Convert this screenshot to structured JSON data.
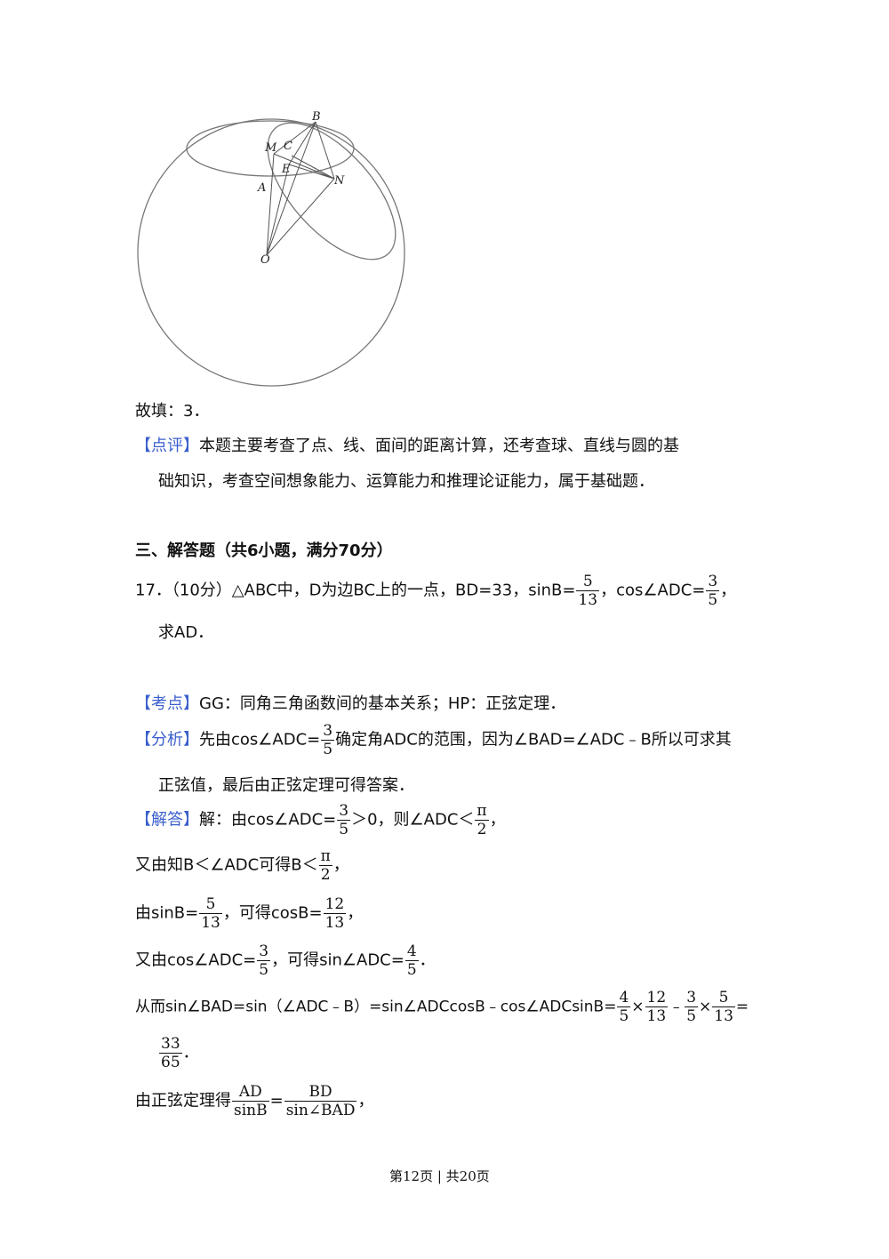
{
  "figure": {
    "labels": {
      "B": "B",
      "M": "M",
      "C": "C",
      "E": "E",
      "N": "N",
      "A": "A",
      "O": "O"
    }
  },
  "answer_fill": "故填：3．",
  "review": {
    "tag": "【点评】",
    "line1": "本题主要考查了点、线、面间的距离计算，还考查球、直线与圆的基",
    "line2": "础知识，考查空间想象能力、运算能力和推理论证能力，属于基础题．"
  },
  "section_title": "三、解答题（共6小题，满分70分）",
  "q17": {
    "lead": "17．（10分）△ABC中，D为边BC上的一点，BD=33，sinB=",
    "sinB_num": "5",
    "sinB_den": "13",
    "mid": "，cos∠ADC=",
    "cos_num": "3",
    "cos_den": "5",
    "tail": "，",
    "line2": "求AD．"
  },
  "kaodian": {
    "tag": "【考点】",
    "text": "GG：同角三角函数间的基本关系；HP：正弦定理．"
  },
  "fenxi": {
    "tag": "【分析】",
    "pre": "先由cos∠ADC=",
    "num": "3",
    "den": "5",
    "post": "确定角ADC的范围，因为∠BAD=∠ADC﹣B所以可求其",
    "line2": "正弦值，最后由正弦定理可得答案．"
  },
  "jieda": {
    "tag": "【解答】",
    "l1_pre": "解：由cos∠ADC=",
    "l1_num": "3",
    "l1_den": "5",
    "l1_mid": "＞0，则∠ADC＜",
    "l1_num2": "π",
    "l1_den2": "2",
    "l1_post": "，",
    "l2_pre": "又由知B＜∠ADC可得B＜",
    "l2_num": "π",
    "l2_den": "2",
    "l2_post": "，",
    "l3_pre": "由sinB=",
    "l3_num": "5",
    "l3_den": "13",
    "l3_mid": "，可得cosB=",
    "l3_num2": "12",
    "l3_den2": "13",
    "l3_post": "，",
    "l4_pre": "又由cos∠ADC=",
    "l4_num": "3",
    "l4_den": "5",
    "l4_mid": "，可得sin∠ADC=",
    "l4_num2": "4",
    "l4_den2": "5",
    "l4_post": "．",
    "l5_pre": "从而sin∠BAD=sin（∠ADC﹣B）=sin∠ADCcosB﹣cos∠ADCsinB=",
    "l5_f1n": "4",
    "l5_f1d": "5",
    "l5_x1": "×",
    "l5_f2n": "12",
    "l5_f2d": "13",
    "l5_minus": "﹣",
    "l5_f3n": "3",
    "l5_f3d": "5",
    "l5_x2": "×",
    "l5_f4n": "5",
    "l5_f4d": "13",
    "l5_eq": "=",
    "l6_num": "33",
    "l6_den": "65",
    "l6_post": "．",
    "l7_pre": "由正弦定理得",
    "l7_f1n": "AD",
    "l7_f1d": "sinB",
    "l7_eq": "=",
    "l7_f2n": "BD",
    "l7_f2d": "sin∠BAD",
    "l7_post": "，"
  },
  "footer": "第12页 | 共20页"
}
